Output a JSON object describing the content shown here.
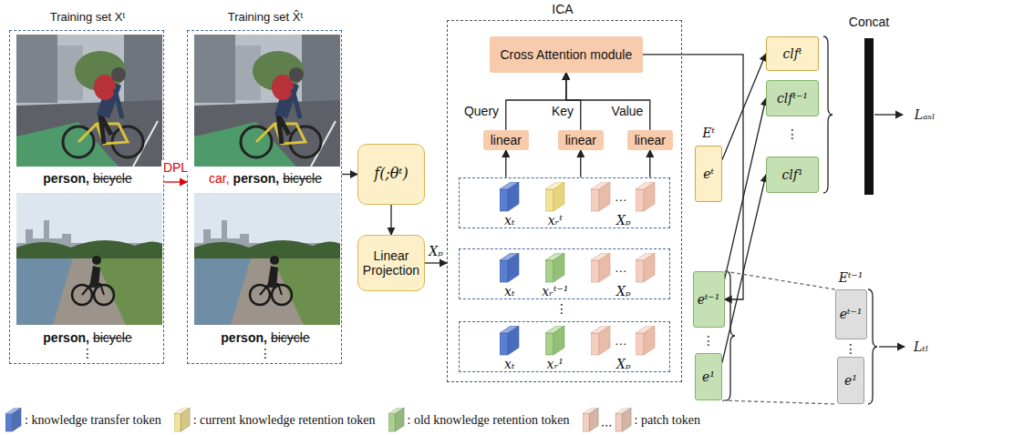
{
  "diagram": {
    "nodes": [
      {
        "text": [
          "Training set Xᵗ",
          "person,",
          "bicycle",
          "person,",
          "bicycle",
          "⋮"
        ]
      },
      {
        "text": [
          "Training set X̂ᵗ",
          "car,",
          "person,",
          "bicycle",
          "person,",
          "bicycle",
          "⋮"
        ]
      },
      {
        "text": [
          "f(;θᵗ)"
        ]
      },
      {
        "text": [
          "Linear Projection"
        ]
      },
      {
        "text": [
          "ICA"
        ]
      },
      {
        "text": [
          "Cross Attention module"
        ],
        "in": 4
      },
      {
        "text": [
          "linear"
        ],
        "in": 4
      },
      {
        "text": [
          "linear"
        ],
        "in": 4
      },
      {
        "text": [
          "linear"
        ],
        "in": 4
      },
      {
        "text": [
          "xₜ",
          "xᵣᵗ",
          "…",
          "Xₚ"
        ],
        "in": 4
      },
      {
        "text": [
          "xₜ",
          "xᵣᵗ⁻¹",
          "…",
          "Xₚ"
        ],
        "in": 4
      },
      {
        "text": [
          "xₜ",
          "xᵣ¹",
          "…",
          "Xₚ"
        ],
        "in": 4
      },
      {
        "text": [
          "eᵗ"
        ]
      },
      {
        "text": [
          "eᵗ⁻¹"
        ]
      },
      {
        "text": [
          "e¹"
        ]
      },
      {
        "text": [
          "clfᵗ"
        ]
      },
      {
        "text": [
          "clfᵗ⁻¹"
        ]
      },
      {
        "text": [
          "clf¹"
        ]
      },
      {
        "text": [
          "Concat"
        ]
      },
      {
        "text": [
          "eᵗ⁻¹"
        ]
      },
      {
        "text": [
          "e¹"
        ]
      }
    ],
    "edges": [
      {
        "from": 0,
        "to": 1,
        "arrow": "to",
        "label": "DPL"
      },
      {
        "from": 1,
        "to": 2,
        "arrow": "to"
      },
      {
        "from": 2,
        "to": 3,
        "arrow": "to"
      },
      {
        "from": 3,
        "to": 4,
        "arrow": "to",
        "label": "Xₚ"
      },
      {
        "from": 9,
        "to": 6,
        "arrow": "to"
      },
      {
        "from": 9,
        "to": 7,
        "arrow": "to"
      },
      {
        "from": 9,
        "to": 8,
        "arrow": "to"
      },
      {
        "from": 6,
        "to": 5,
        "arrow": "to"
      },
      {
        "from": 7,
        "to": 5,
        "arrow": "to"
      },
      {
        "from": 8,
        "to": 5,
        "arrow": "to"
      },
      {
        "from": 5,
        "to": 13,
        "arrow": "to"
      },
      {
        "from": 12,
        "to": 15,
        "arrow": "to"
      },
      {
        "from": 13,
        "to": 16,
        "arrow": "to"
      },
      {
        "from": 14,
        "to": 17,
        "arrow": "to"
      },
      {
        "from": 13,
        "to": 19,
        "arrow": "none"
      },
      {
        "from": 14,
        "to": 20,
        "arrow": "none"
      }
    ],
    "labels": [
      "Query",
      "Key",
      "Value",
      "⋮",
      "Eᵗ",
      "⋮",
      "⋮",
      "Lₐₛₗ",
      "Eᵗ⁻¹",
      "⋮",
      "Lₜₗ"
    ],
    "legend": [
      {
        "text": ": knowledge transfer token",
        "color": "#5b7fd0"
      },
      {
        "text": ": current knowledge retention token",
        "color": "#f3e39a"
      },
      {
        "text": ": old knowledge retention token",
        "color": "#a9d18e"
      },
      {
        "text": ": patch token",
        "color": "#f4cfbf"
      }
    ]
  }
}
